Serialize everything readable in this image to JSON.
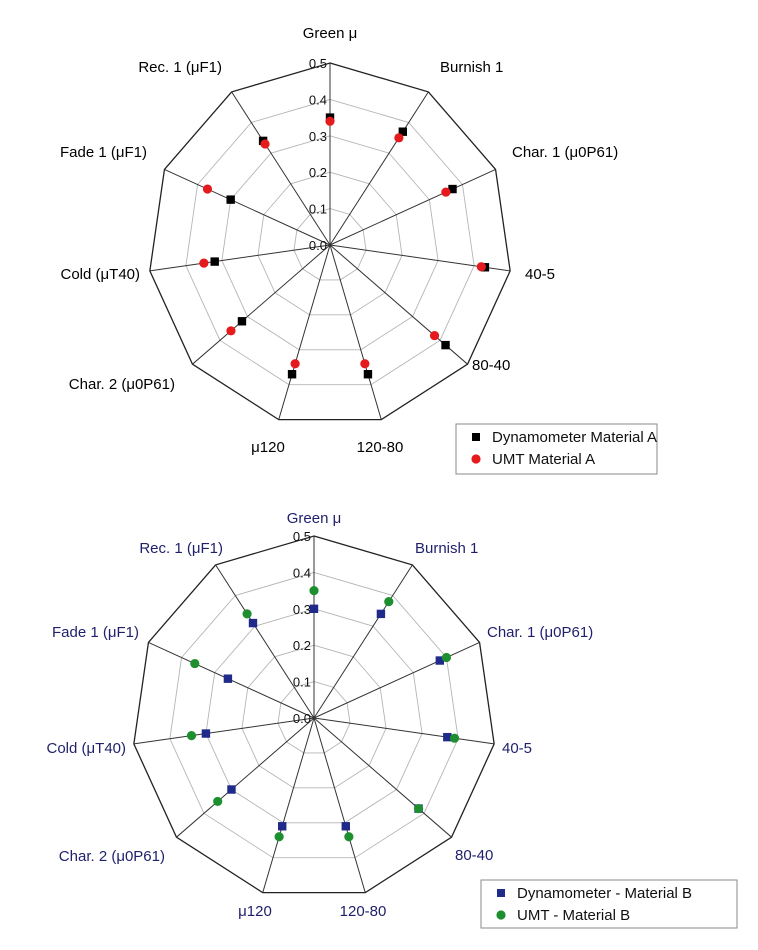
{
  "chart_data": [
    {
      "type": "radar",
      "categories": [
        "Green μ",
        "Burnish 1",
        "Char. 1 (μ0P61)",
        "40-5",
        "80-40",
        "120-80",
        "μ120",
        "Char. 2 (μ0P61)",
        "Cold (μT40)",
        "Fade 1 (μF1)",
        "Rec. 1 (μF1)"
      ],
      "rlim": [
        0,
        0.5
      ],
      "ticks": [
        "0.0",
        "0.1",
        "0.2",
        "0.3",
        "0.4",
        "0.5"
      ],
      "grid": true,
      "legend_position": "bottom-right",
      "label_color": "#000000",
      "series": [
        {
          "name": "Dynamometer Material A",
          "marker": "square",
          "color": "#000000",
          "values": [
            0.35,
            0.37,
            0.37,
            0.43,
            0.42,
            0.37,
            0.37,
            0.32,
            0.32,
            0.3,
            0.34
          ]
        },
        {
          "name": "UMT Material A",
          "marker": "circle",
          "color": "#e41a1c",
          "values": [
            0.34,
            0.35,
            0.35,
            0.42,
            0.38,
            0.34,
            0.34,
            0.36,
            0.35,
            0.37,
            0.33
          ]
        }
      ]
    },
    {
      "type": "radar",
      "categories": [
        "Green μ",
        "Burnish 1",
        "Char. 1 (μ0P61)",
        "40-5",
        "80-40",
        "120-80",
        "μ120",
        "Char. 2 (μ0P61)",
        "Cold (μT40)",
        "Fade 1 (μF1)",
        "Rec. 1 (μF1)"
      ],
      "rlim": [
        0,
        0.5
      ],
      "ticks": [
        "0.0",
        "0.1",
        "0.2",
        "0.3",
        "0.4",
        "0.5"
      ],
      "grid": true,
      "legend_position": "bottom-right",
      "label_color": "#1f1f6b",
      "series": [
        {
          "name": "Dynamometer - Material B",
          "marker": "square",
          "color": "#1f2a8a",
          "values": [
            0.3,
            0.34,
            0.38,
            0.37,
            0.38,
            0.31,
            0.31,
            0.3,
            0.3,
            0.26,
            0.31
          ]
        },
        {
          "name": "UMT - Material B",
          "marker": "circle",
          "color": "#1e8f2f",
          "values": [
            0.35,
            0.38,
            0.4,
            0.39,
            0.38,
            0.34,
            0.34,
            0.35,
            0.34,
            0.36,
            0.34
          ]
        }
      ]
    }
  ]
}
